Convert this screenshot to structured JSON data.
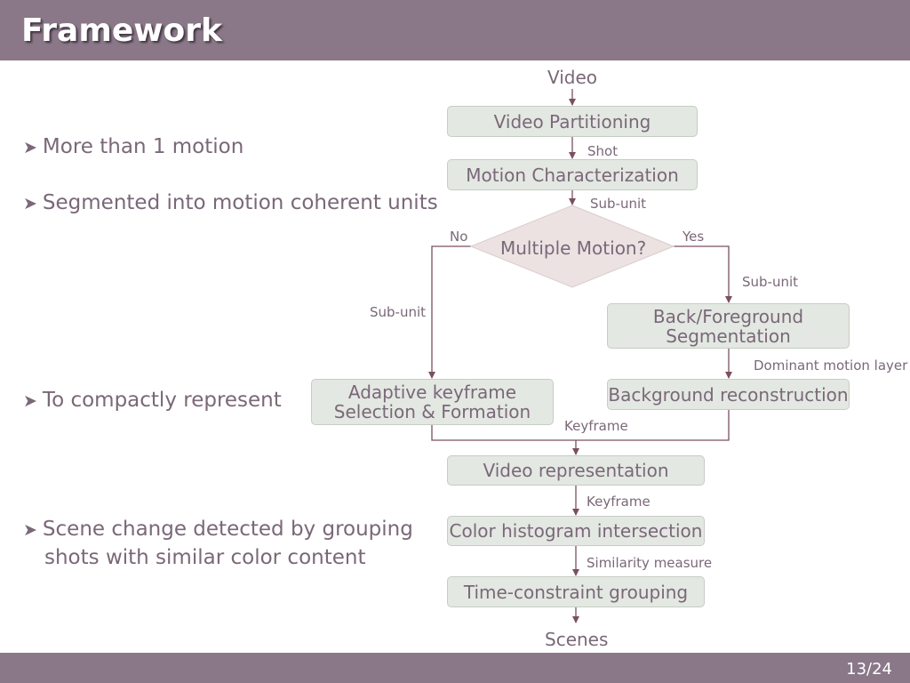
{
  "slide": {
    "title": "Framework",
    "page": "13/24"
  },
  "bullets": [
    "More than 1 motion",
    "Segmented into motion coherent units",
    "To compactly represent",
    "Scene change detected by grouping",
    "shots with similar color content"
  ],
  "flow": {
    "input": "Video",
    "output": "Scenes",
    "nodes": {
      "video_partitioning": "Video Partitioning",
      "motion_characterization": "Motion Characterization",
      "decision": "Multiple Motion?",
      "back_fore_seg_1": "Back/Foreground",
      "back_fore_seg_2": "Segmentation",
      "background_reconstruction": "Background reconstruction",
      "adaptive_keyframe_1": "Adaptive keyframe",
      "adaptive_keyframe_2": "Selection & Formation",
      "video_representation": "Video representation",
      "color_histogram": "Color histogram intersection",
      "time_constraint": "Time-constraint grouping"
    },
    "edge_labels": {
      "shot": "Shot",
      "subunit_top": "Sub-unit",
      "no": "No",
      "yes": "Yes",
      "subunit_right": "Sub-unit",
      "subunit_left": "Sub-unit",
      "dominant_layer": "Dominant motion layer",
      "keyframe_merge": "Keyframe",
      "keyframe_down": "Keyframe",
      "similarity": "Similarity measure"
    }
  }
}
